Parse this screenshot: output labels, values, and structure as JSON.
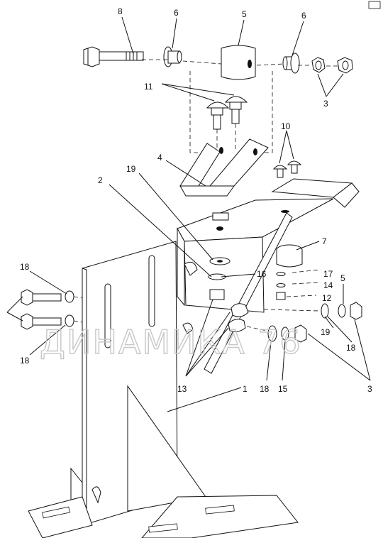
{
  "watermark": "ДИНАМИКА 76",
  "callouts": [
    {
      "id": "c8",
      "text": "8"
    },
    {
      "id": "c6a",
      "text": "6"
    },
    {
      "id": "c5a",
      "text": "5"
    },
    {
      "id": "c6b",
      "text": "6"
    },
    {
      "id": "c11",
      "text": "11"
    },
    {
      "id": "c3a",
      "text": "3"
    },
    {
      "id": "c10",
      "text": "10"
    },
    {
      "id": "c4",
      "text": "4"
    },
    {
      "id": "c19a",
      "text": "19"
    },
    {
      "id": "c2",
      "text": "2"
    },
    {
      "id": "c7",
      "text": "7"
    },
    {
      "id": "c16",
      "text": "16"
    },
    {
      "id": "c17",
      "text": "17"
    },
    {
      "id": "c5b",
      "text": "5"
    },
    {
      "id": "c14",
      "text": "14"
    },
    {
      "id": "c12",
      "text": "12"
    },
    {
      "id": "c18a",
      "text": "18"
    },
    {
      "id": "c18b",
      "text": "18"
    },
    {
      "id": "c19b",
      "text": "19"
    },
    {
      "id": "c18c",
      "text": "18"
    },
    {
      "id": "c13",
      "text": "13"
    },
    {
      "id": "c1",
      "text": "1"
    },
    {
      "id": "c18d",
      "text": "18"
    },
    {
      "id": "c15",
      "text": "15"
    },
    {
      "id": "c3b",
      "text": "3"
    }
  ]
}
